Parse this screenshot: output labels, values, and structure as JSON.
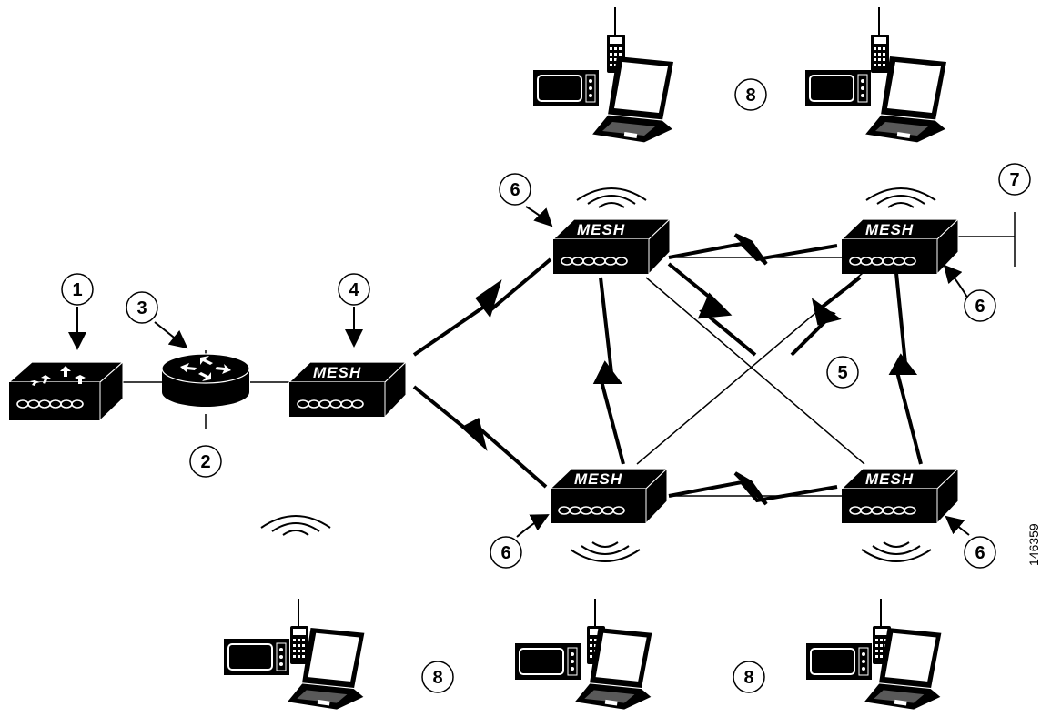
{
  "diagram": {
    "device_label": "MESH",
    "figure_id": "146359",
    "callouts": {
      "c1": "1",
      "c2": "2",
      "c3": "3",
      "c4": "4",
      "c5": "5",
      "c6": "6",
      "c7": "7",
      "c8": "8"
    },
    "icons": [
      "switch-icon",
      "router-icon",
      "mesh-access-point-icon",
      "wireless-signal-icon",
      "bolt-link-icon",
      "cell-phone-icon",
      "laptop-icon",
      "microwave-icon"
    ],
    "colors": {
      "ink": "#000000",
      "paper": "#ffffff"
    }
  }
}
